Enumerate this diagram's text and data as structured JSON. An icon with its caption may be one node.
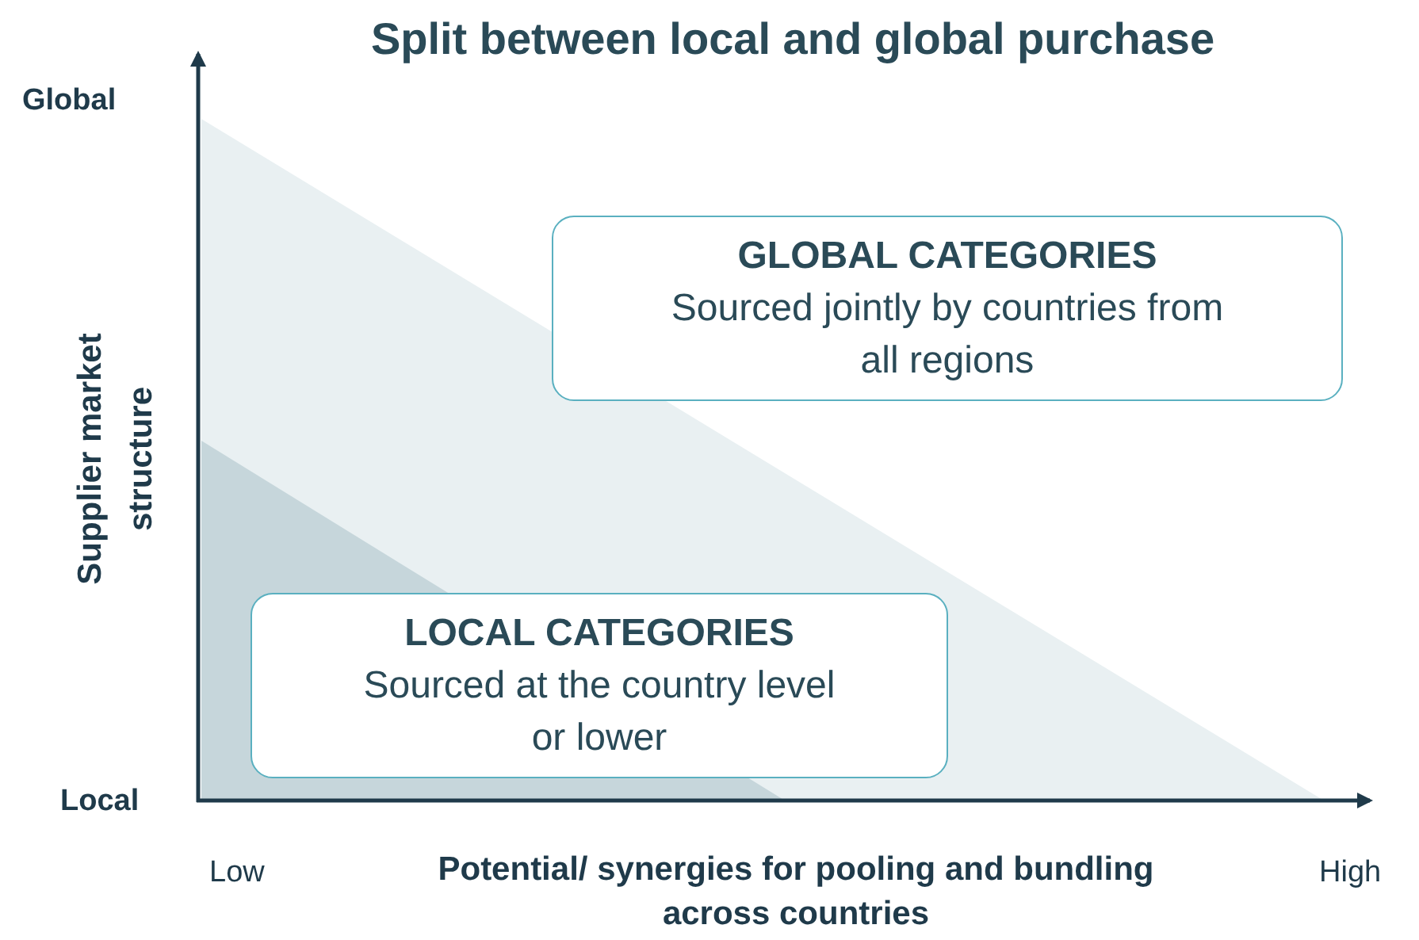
{
  "diagram": {
    "title": "Split between local and global purchase",
    "nodes": [
      {
        "text": [
          "GLOBAL CATEGORIES",
          "Sourced jointly by countries from all regions"
        ]
      },
      {
        "text": [
          "LOCAL CATEGORIES",
          "Sourced at the country level or lower"
        ]
      }
    ],
    "edges": [],
    "labels": [
      "Global",
      "Supplier market structure",
      "Local",
      "Low",
      "Potential/ synergies for pooling and bundling across countries",
      "High"
    ]
  }
}
